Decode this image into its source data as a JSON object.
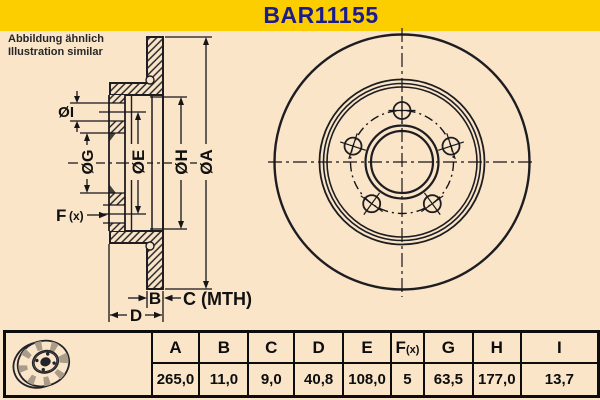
{
  "page": {
    "title": "BAR11155"
  },
  "note": {
    "line1": "Abbildung ähnlich",
    "line2": "Illustration similar"
  },
  "drawing": {
    "labels": {
      "dia_i": "ØI",
      "dia_g": "ØG",
      "dia_e": "ØE",
      "dia_h": "ØH",
      "dia_a": "ØA",
      "f_main": "F",
      "f_sub": "(x)",
      "b": "B",
      "c_mth": "C (MTH)",
      "d": "D"
    }
  },
  "table": {
    "columns": [
      {
        "header": "A",
        "value": "265,0"
      },
      {
        "header": "B",
        "value": "11,0"
      },
      {
        "header": "C",
        "value": "9,0"
      },
      {
        "header": "D",
        "value": "40,8"
      },
      {
        "header": "E",
        "value": "108,0"
      },
      {
        "header_main": "F",
        "header_sub": "(x)",
        "value": "5"
      },
      {
        "header": "G",
        "value": "63,5"
      },
      {
        "header": "H",
        "value": "177,0"
      },
      {
        "header": "I",
        "value": "13,7"
      }
    ]
  },
  "colors": {
    "banner_yellow": "#FCCE00",
    "background_cream": "#FAE5C8",
    "line_dark": "#1D1D22",
    "title_navy": "#1B1B8E"
  }
}
